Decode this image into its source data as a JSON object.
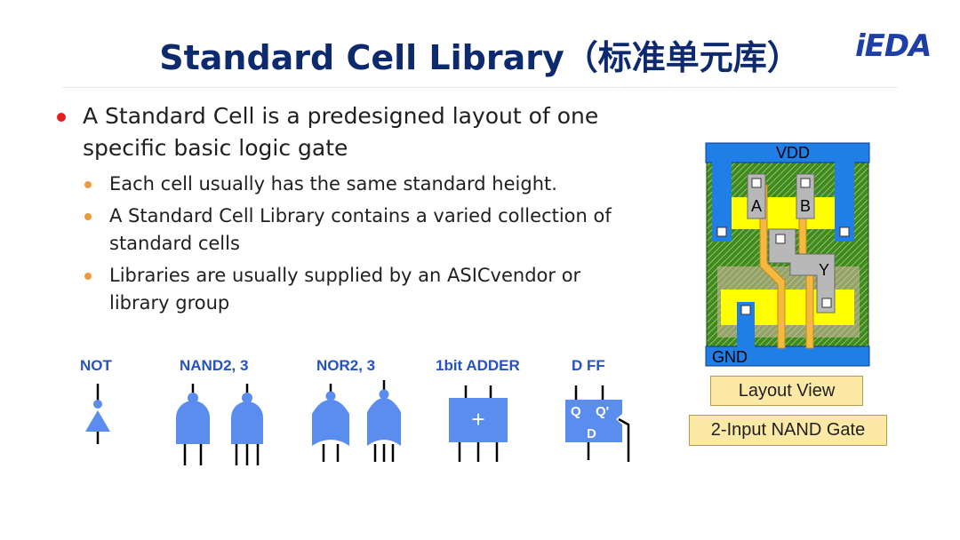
{
  "slide": {
    "title": "Standard Cell Library（标准单元库）",
    "logo": "iEDA"
  },
  "bullets": {
    "main_line1": "A Standard Cell is a predesigned layout of one",
    "main_line2": "specific basic logic gate",
    "sub1": "Each cell usually has the same standard height.",
    "sub2_line1": "A Standard Cell Library contains a varied collection of",
    "sub2_line2": "standard cells",
    "sub3_line1": "Libraries are usually supplied by an ASICvendor or",
    "sub3_line2": "library group"
  },
  "cells": {
    "not": "NOT",
    "nand": "NAND2, 3",
    "nor": "NOR2, 3",
    "adder": "1bit ADDER",
    "adder_symbol": "+",
    "dff": "D FF",
    "dff_q": "Q",
    "dff_qbar": "Q'",
    "dff_d": "D"
  },
  "layout": {
    "vdd": "VDD",
    "gnd": "GND",
    "pin_a": "A",
    "pin_b": "B",
    "pin_y": "Y",
    "caption1": "Layout View",
    "caption2": "2-Input NAND Gate"
  },
  "colors": {
    "title": "#0e2a6e",
    "logo": "#1d3fa6",
    "bullet_main": "#e31d1d",
    "bullet_sub": "#ef9a3a",
    "cell_blue": "#5b8def",
    "cell_label": "#2552c4",
    "metal_blue": "#1f7fe6",
    "poly_orange": "#f4b942",
    "diffusion_yellow": "#ffff00",
    "well_green": "#3e8a1e",
    "contact_gray": "#b8b8b8",
    "caption_fill": "#fde9a6"
  }
}
